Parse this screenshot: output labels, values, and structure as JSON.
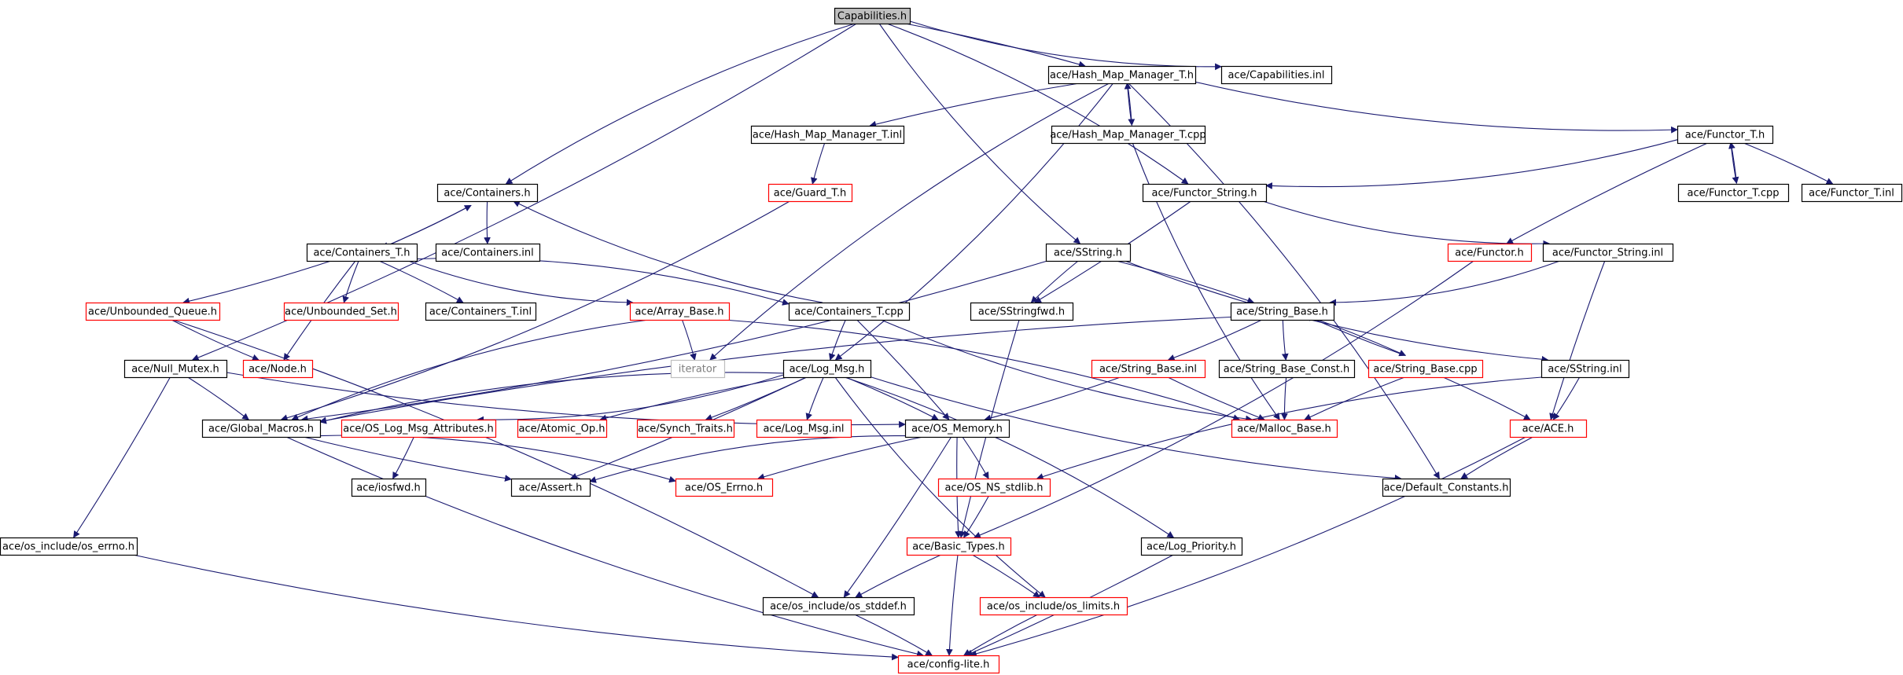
{
  "graph": {
    "colors": {
      "edge": "#191970",
      "default_border": "#000000",
      "incomplete_border": "#ff0000",
      "external_border": "#bfbfbf",
      "root_fill": "#bfbfbf",
      "text": "#000000",
      "external_text": "#7f7f7f"
    },
    "nodes": [
      {
        "id": "cap_h",
        "label": "Capabilities.h",
        "kind": "root"
      },
      {
        "id": "cap_inl",
        "label": "ace/Capabilities.inl",
        "kind": "normal"
      },
      {
        "id": "hmm_h",
        "label": "ace/Hash_Map_Manager_T.h",
        "kind": "normal"
      },
      {
        "id": "hmm_inl",
        "label": "ace/Hash_Map_Manager_T.inl",
        "kind": "normal"
      },
      {
        "id": "hmm_cpp",
        "label": "ace/Hash_Map_Manager_T.cpp",
        "kind": "normal"
      },
      {
        "id": "guard",
        "label": "ace/Guard_T.h",
        "kind": "red"
      },
      {
        "id": "functor_t_h",
        "label": "ace/Functor_T.h",
        "kind": "normal"
      },
      {
        "id": "functor_t_cpp",
        "label": "ace/Functor_T.cpp",
        "kind": "normal"
      },
      {
        "id": "functor_t_inl",
        "label": "ace/Functor_T.inl",
        "kind": "normal"
      },
      {
        "id": "functor_string_h",
        "label": "ace/Functor_String.h",
        "kind": "normal"
      },
      {
        "id": "functor_h",
        "label": "ace/Functor.h",
        "kind": "red"
      },
      {
        "id": "functor_string_inl",
        "label": "ace/Functor_String.inl",
        "kind": "normal"
      },
      {
        "id": "containers_h",
        "label": "ace/Containers.h",
        "kind": "normal"
      },
      {
        "id": "containers_inl",
        "label": "ace/Containers.inl",
        "kind": "normal"
      },
      {
        "id": "containers_t_h",
        "label": "ace/Containers_T.h",
        "kind": "normal"
      },
      {
        "id": "unbounded_queue",
        "label": "ace/Unbounded_Queue.h",
        "kind": "red"
      },
      {
        "id": "unbounded_set",
        "label": "ace/Unbounded_Set.h",
        "kind": "red"
      },
      {
        "id": "containers_t_inl",
        "label": "ace/Containers_T.inl",
        "kind": "normal"
      },
      {
        "id": "array_base",
        "label": "ace/Array_Base.h",
        "kind": "red"
      },
      {
        "id": "containers_t_cpp",
        "label": "ace/Containers_T.cpp",
        "kind": "normal"
      },
      {
        "id": "sstring_h",
        "label": "ace/SString.h",
        "kind": "normal"
      },
      {
        "id": "sstringfwd",
        "label": "ace/SStringfwd.h",
        "kind": "normal"
      },
      {
        "id": "string_base_h",
        "label": "ace/String_Base.h",
        "kind": "normal"
      },
      {
        "id": "iterator",
        "label": "iterator",
        "kind": "external"
      },
      {
        "id": "node_h",
        "label": "ace/Node.h",
        "kind": "red"
      },
      {
        "id": "null_mutex",
        "label": "ace/Null_Mutex.h",
        "kind": "normal"
      },
      {
        "id": "log_msg",
        "label": "ace/Log_Msg.h",
        "kind": "normal"
      },
      {
        "id": "string_base_inl",
        "label": "ace/String_Base.inl",
        "kind": "red"
      },
      {
        "id": "string_base_const",
        "label": "ace/String_Base_Const.h",
        "kind": "normal"
      },
      {
        "id": "string_base_cpp",
        "label": "ace/String_Base.cpp",
        "kind": "red"
      },
      {
        "id": "sstring_inl",
        "label": "ace/SString.inl",
        "kind": "normal"
      },
      {
        "id": "global_macros",
        "label": "ace/Global_Macros.h",
        "kind": "normal"
      },
      {
        "id": "os_log_msg_attr",
        "label": "ace/OS_Log_Msg_Attributes.h",
        "kind": "red"
      },
      {
        "id": "atomic_op",
        "label": "ace/Atomic_Op.h",
        "kind": "red"
      },
      {
        "id": "synch_traits",
        "label": "ace/Synch_Traits.h",
        "kind": "red"
      },
      {
        "id": "log_msg_inl",
        "label": "ace/Log_Msg.inl",
        "kind": "red"
      },
      {
        "id": "os_memory",
        "label": "ace/OS_Memory.h",
        "kind": "normal"
      },
      {
        "id": "malloc_base",
        "label": "ace/Malloc_Base.h",
        "kind": "red"
      },
      {
        "id": "ace_h",
        "label": "ace/ACE.h",
        "kind": "red"
      },
      {
        "id": "iosfwd",
        "label": "ace/iosfwd.h",
        "kind": "normal"
      },
      {
        "id": "assert_h",
        "label": "ace/Assert.h",
        "kind": "normal"
      },
      {
        "id": "os_errno_ace",
        "label": "ace/OS_Errno.h",
        "kind": "red"
      },
      {
        "id": "os_ns_stdlib",
        "label": "ace/OS_NS_stdlib.h",
        "kind": "red"
      },
      {
        "id": "default_constants",
        "label": "ace/Default_Constants.h",
        "kind": "normal"
      },
      {
        "id": "os_include_errno",
        "label": "ace/os_include/os_errno.h",
        "kind": "normal"
      },
      {
        "id": "basic_types",
        "label": "ace/Basic_Types.h",
        "kind": "red"
      },
      {
        "id": "log_priority",
        "label": "ace/Log_Priority.h",
        "kind": "normal"
      },
      {
        "id": "os_stddef",
        "label": "ace/os_include/os_stddef.h",
        "kind": "normal"
      },
      {
        "id": "os_limits",
        "label": "ace/os_include/os_limits.h",
        "kind": "red"
      },
      {
        "id": "config_lite",
        "label": "ace/config-lite.h",
        "kind": "red"
      }
    ],
    "edges": [
      [
        "cap_h",
        "cap_inl"
      ],
      [
        "cap_h",
        "hmm_h"
      ],
      [
        "cap_h",
        "containers_h"
      ],
      [
        "cap_h",
        "null_mutex"
      ],
      [
        "cap_h",
        "sstring_h"
      ],
      [
        "cap_h",
        "functor_string_h"
      ],
      [
        "hmm_h",
        "hmm_inl"
      ],
      [
        "hmm_h",
        "hmm_cpp"
      ],
      [
        "hmm_h",
        "functor_t_h"
      ],
      [
        "hmm_h",
        "log_msg"
      ],
      [
        "hmm_h",
        "iterator"
      ],
      [
        "hmm_h",
        "default_constants"
      ],
      [
        "hmm_inl",
        "guard"
      ],
      [
        "hmm_cpp",
        "hmm_h"
      ],
      [
        "hmm_cpp",
        "malloc_base"
      ],
      [
        "guard",
        "global_macros"
      ],
      [
        "functor_t_h",
        "functor_t_cpp"
      ],
      [
        "functor_t_h",
        "functor_t_inl"
      ],
      [
        "functor_t_h",
        "functor_h"
      ],
      [
        "functor_t_h",
        "functor_string_h"
      ],
      [
        "functor_t_cpp",
        "functor_t_h"
      ],
      [
        "functor_string_h",
        "sstringfwd"
      ],
      [
        "functor_string_h",
        "functor_string_inl"
      ],
      [
        "functor_string_inl",
        "string_base_h"
      ],
      [
        "functor_string_inl",
        "ace_h"
      ],
      [
        "functor_h",
        "basic_types"
      ],
      [
        "containers_h",
        "containers_inl"
      ],
      [
        "containers_h",
        "containers_t_h"
      ],
      [
        "containers_t_h",
        "containers_h"
      ],
      [
        "containers_t_h",
        "unbounded_queue"
      ],
      [
        "containers_t_h",
        "unbounded_set"
      ],
      [
        "containers_t_h",
        "containers_t_inl"
      ],
      [
        "containers_t_h",
        "array_base"
      ],
      [
        "containers_t_h",
        "containers_t_cpp"
      ],
      [
        "containers_t_h",
        "node_h"
      ],
      [
        "containers_t_cpp",
        "containers_h"
      ],
      [
        "containers_t_cpp",
        "log_msg"
      ],
      [
        "containers_t_cpp",
        "os_memory"
      ],
      [
        "containers_t_cpp",
        "malloc_base"
      ],
      [
        "array_base",
        "iterator"
      ],
      [
        "array_base",
        "global_macros"
      ],
      [
        "array_base",
        "malloc_base"
      ],
      [
        "unbounded_queue",
        "node_h"
      ],
      [
        "unbounded_queue",
        "os_stddef"
      ],
      [
        "sstring_h",
        "sstringfwd"
      ],
      [
        "sstring_h",
        "string_base_h"
      ],
      [
        "sstring_h",
        "sstring_inl"
      ],
      [
        "sstring_h",
        "global_macros"
      ],
      [
        "sstringfwd",
        "basic_types"
      ],
      [
        "string_base_h",
        "string_base_inl"
      ],
      [
        "string_base_h",
        "string_base_const"
      ],
      [
        "string_base_h",
        "string_base_cpp"
      ],
      [
        "string_base_h",
        "global_macros"
      ],
      [
        "string_base_cpp",
        "string_base_h"
      ],
      [
        "string_base_cpp",
        "malloc_base"
      ],
      [
        "string_base_cpp",
        "ace_h"
      ],
      [
        "string_base_inl",
        "malloc_base"
      ],
      [
        "string_base_inl",
        "os_memory"
      ],
      [
        "string_base_const",
        "malloc_base"
      ],
      [
        "sstring_inl",
        "ace_h"
      ],
      [
        "sstring_inl",
        "os_ns_stdlib"
      ],
      [
        "null_mutex",
        "global_macros"
      ],
      [
        "null_mutex",
        "os_memory"
      ],
      [
        "null_mutex",
        "os_include_errno"
      ],
      [
        "log_msg",
        "global_macros"
      ],
      [
        "log_msg",
        "os_log_msg_attr"
      ],
      [
        "log_msg",
        "atomic_op"
      ],
      [
        "log_msg",
        "synch_traits"
      ],
      [
        "log_msg",
        "log_msg_inl"
      ],
      [
        "log_msg",
        "os_memory"
      ],
      [
        "log_msg",
        "default_constants"
      ],
      [
        "log_msg",
        "log_priority"
      ],
      [
        "log_msg",
        "os_limits"
      ],
      [
        "log_msg",
        "assert_h"
      ],
      [
        "global_macros",
        "assert_h"
      ],
      [
        "global_macros",
        "os_errno_ace"
      ],
      [
        "global_macros",
        "config_lite"
      ],
      [
        "os_log_msg_attr",
        "iosfwd"
      ],
      [
        "os_memory",
        "os_errno_ace"
      ],
      [
        "os_memory",
        "os_ns_stdlib"
      ],
      [
        "os_memory",
        "basic_types"
      ],
      [
        "os_memory",
        "os_stddef"
      ],
      [
        "os_memory",
        "assert_h"
      ],
      [
        "os_ns_stdlib",
        "basic_types"
      ],
      [
        "ace_h",
        "default_constants"
      ],
      [
        "ace_h",
        "config_lite"
      ],
      [
        "basic_types",
        "os_stddef"
      ],
      [
        "basic_types",
        "os_limits"
      ],
      [
        "basic_types",
        "config_lite"
      ],
      [
        "os_stddef",
        "config_lite"
      ],
      [
        "os_limits",
        "config_lite"
      ],
      [
        "log_priority",
        "config_lite"
      ],
      [
        "os_include_errno",
        "config_lite"
      ]
    ]
  }
}
